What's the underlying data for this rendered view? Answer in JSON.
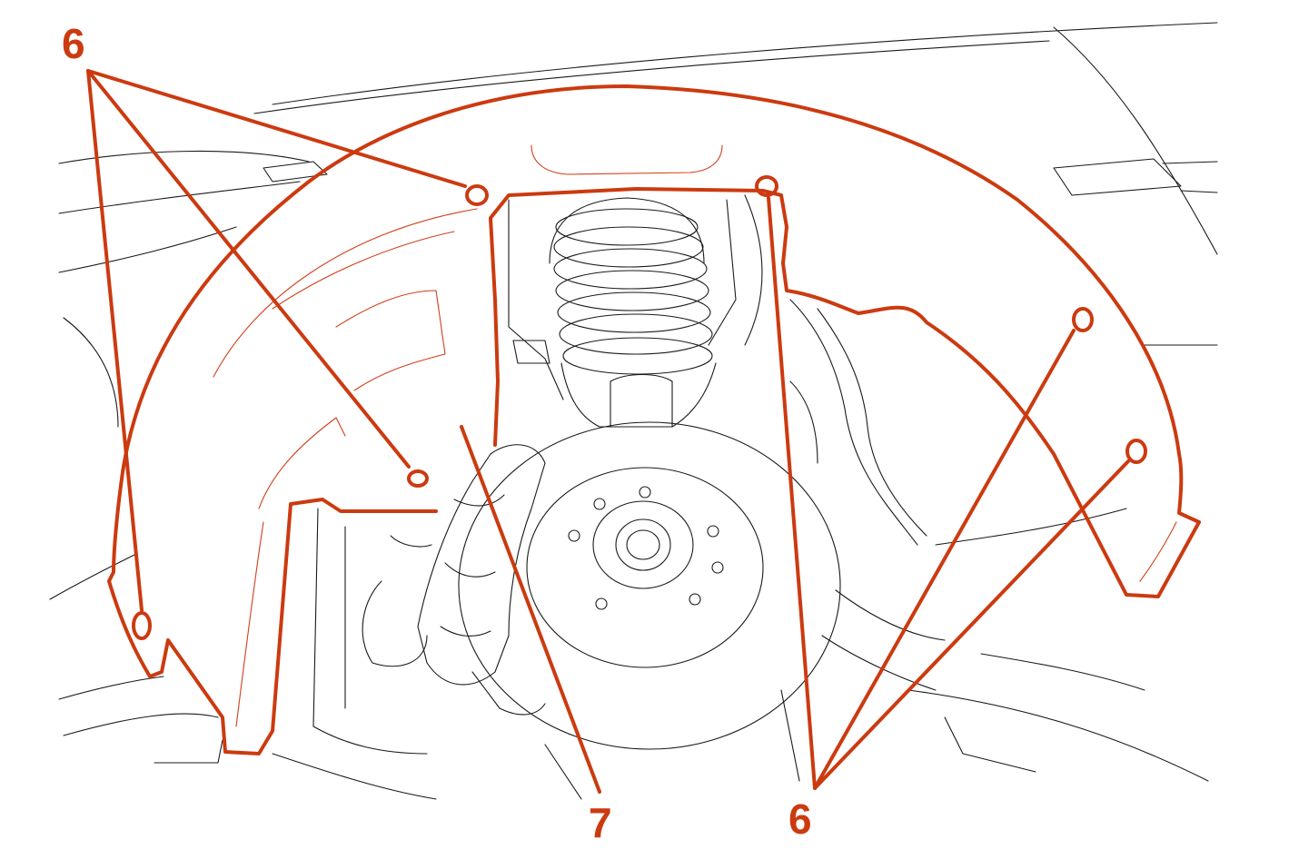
{
  "colors": {
    "callout": "#cc3a10",
    "linework": "#1a1a1a",
    "background": "#ffffff"
  },
  "callouts": {
    "c1": "6",
    "c2": "7",
    "c3": "6"
  }
}
